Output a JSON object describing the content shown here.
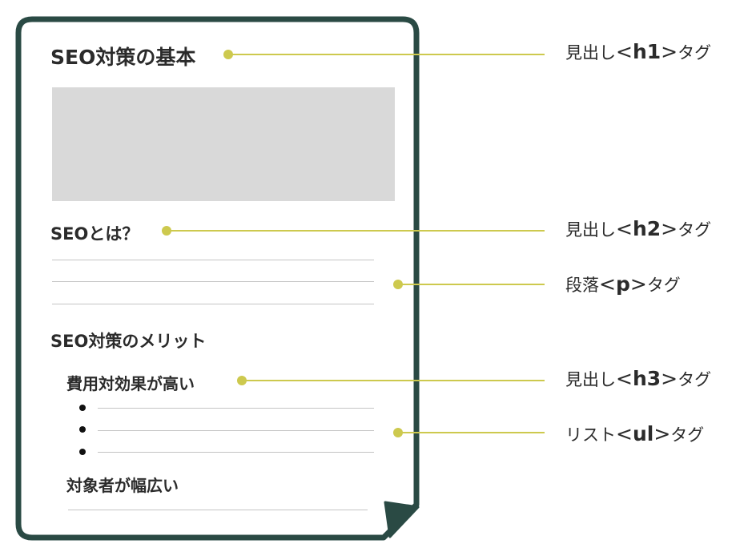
{
  "document": {
    "title": "SEO対策の基本",
    "heading_what": "SEOとは？",
    "heading_merits": "SEO対策のメリット",
    "sub_cost": "費用対効果が高い",
    "sub_audience": "対象者が幅広い"
  },
  "annotations": [
    {
      "prefix": "見出し",
      "tag": "h1",
      "suffix": "タグ"
    },
    {
      "prefix": "見出し",
      "tag": "h2",
      "suffix": "タグ"
    },
    {
      "prefix": "段落",
      "tag": "p",
      "suffix": "タグ"
    },
    {
      "prefix": "見出し",
      "tag": "h3",
      "suffix": "タグ"
    },
    {
      "prefix": "リスト",
      "tag": "ul",
      "suffix": "タグ"
    }
  ],
  "colors": {
    "frame": "#2a4a44",
    "image_placeholder": "#d9d9d9",
    "connector": "#cdc94e",
    "text_line": "#c4c4c4"
  }
}
